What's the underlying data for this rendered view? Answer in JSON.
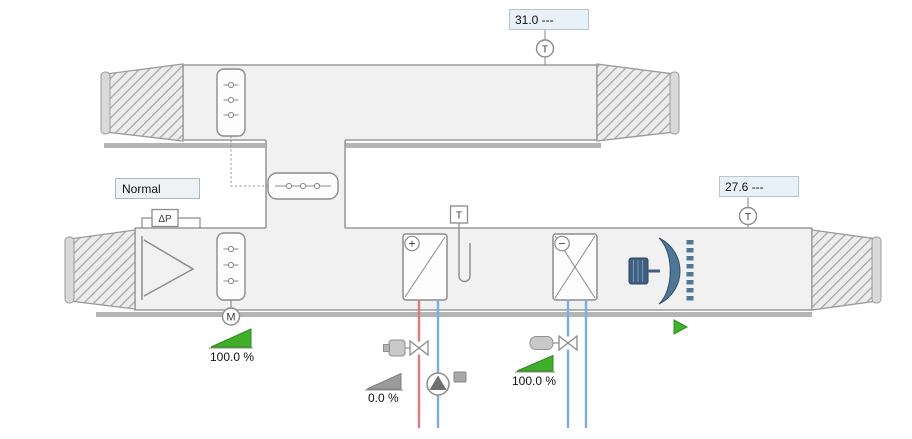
{
  "exhaust": {
    "temp_value": "31.0 ---",
    "temp_symbol": "T"
  },
  "status": {
    "value": "Normal"
  },
  "filter": {
    "dp_symbol": "ΔP"
  },
  "damper": {
    "motor_symbol": "M",
    "position": "100.0 %"
  },
  "heating": {
    "coil_symbol": "+",
    "valve_position": "0.0 %"
  },
  "duct_sensor": {
    "symbol": "T"
  },
  "cooling": {
    "coil_symbol": "−",
    "valve_position": "100.0 %"
  },
  "supply": {
    "temp_value": "27.6 ---",
    "temp_symbol": "T"
  },
  "colors": {
    "duct_fill": "#f1f1f1",
    "duct_outline": "#9a9a9a",
    "component_outline": "#8c8c8c",
    "value_box_bg": "#e9f1f8",
    "green_indicator": "#3fae2a",
    "gray_indicator": "#9b9b9b",
    "hot_pipe": "#dd7b7b",
    "cold_pipe": "#79aede",
    "fan_blue": "#4f7697"
  }
}
